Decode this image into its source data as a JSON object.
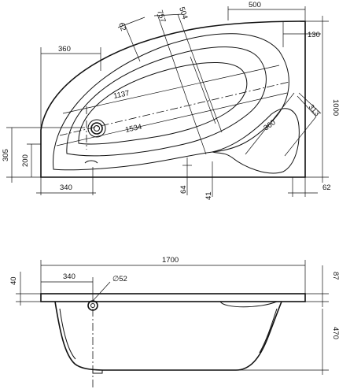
{
  "plan_view": {
    "dimensions": {
      "width_500": "500",
      "top_offset_130": "130",
      "depth_1000": "1000",
      "left_width_360": "360",
      "angle_62": "62",
      "inner_757": "757",
      "inner_504": "504",
      "inner_1137": "1137",
      "inner_1534": "1534",
      "seat_313": "313",
      "seat_360": "360",
      "left_305": "305",
      "left_200": "200",
      "bottom_340": "340",
      "bottom_64": "64",
      "bottom_41": "41",
      "right_62": "62"
    }
  },
  "side_view": {
    "dimensions": {
      "length_1700": "1700",
      "offset_340": "340",
      "drain_diameter": "∅52",
      "rim_40": "40",
      "rim_87": "87",
      "height_470": "470"
    }
  }
}
